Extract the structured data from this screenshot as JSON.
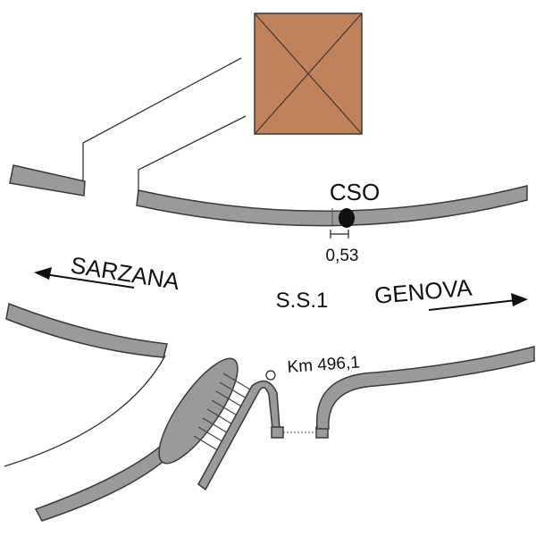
{
  "labels": {
    "station": "CSO",
    "distance": "0,53",
    "road": "S.S.1",
    "west_direction": "SARZANA",
    "east_direction": "GENOVA",
    "kilometer_marker": "Km 496,1"
  },
  "colors": {
    "building": "#C0825A",
    "road": "#9A9A9A",
    "outline": "#3A3A3A"
  }
}
